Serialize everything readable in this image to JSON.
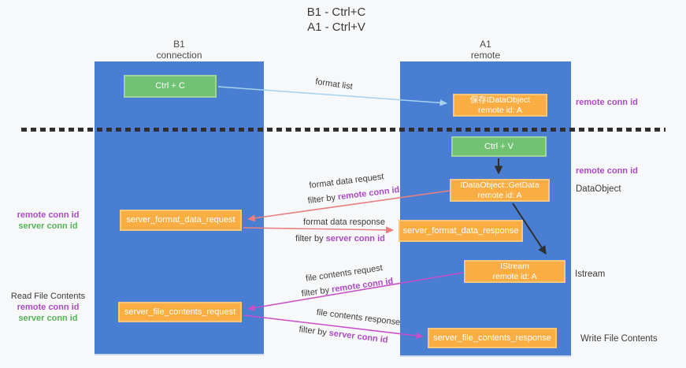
{
  "title": {
    "line1": "B1 - Ctrl+C",
    "line2": "A1 - Ctrl+V"
  },
  "lanes": {
    "left": {
      "name": "B1",
      "role": "connection"
    },
    "right": {
      "name": "A1",
      "role": "remote"
    }
  },
  "nodes": {
    "ctrl_c": {
      "label": "Ctrl + C"
    },
    "save_idataobject": {
      "line1": "保存IDataObject",
      "line2": "remote id: A"
    },
    "ctrl_v": {
      "label": "Ctrl + V"
    },
    "getdata": {
      "line1": "IDataObject::GetData",
      "line2": "remote id: A"
    },
    "format_request": {
      "label": "server_format_data_request"
    },
    "format_response": {
      "label": "server_format_data_response"
    },
    "istream": {
      "line1": "IStream",
      "line2": "remote id: A"
    },
    "file_request": {
      "label": "server_file_contents_request"
    },
    "file_response": {
      "label": "server_file_contents_response"
    }
  },
  "flow_labels": {
    "format_list": "format list",
    "format_data_request": {
      "title": "format data request",
      "filter_prefix": "filter by ",
      "filter_key": "remote conn id"
    },
    "format_data_response": {
      "title": "format data response",
      "filter_prefix": "filter by ",
      "filter_key": "server conn id"
    },
    "file_contents_request": {
      "title": "file contents request",
      "filter_prefix": "filter by ",
      "filter_key": "remote conn id"
    },
    "file_contents_response": {
      "title": "file contents response",
      "filter_prefix": "filter by ",
      "filter_key": "server conn id"
    }
  },
  "side_labels": {
    "right_top_remote_conn_id": "remote conn id",
    "right_mid_remote_conn_id": "remote conn id",
    "right_dataobject": "DataObject",
    "right_istream": "Istream",
    "right_write_file_contents": "Write File Contents",
    "left_top": {
      "remote": "remote conn id",
      "server": "server conn id"
    },
    "left_bottom": {
      "title": "Read File Contents",
      "remote": "remote conn id",
      "server": "server conn id"
    }
  },
  "colors": {
    "lane_blue": "#4a7ed2",
    "node_green": "#72c274",
    "node_orange": "#f9ad42",
    "arrow_black": "#2f2f2f",
    "arrow_salmon": "#e97f7f",
    "arrow_magenta": "#c94fc9",
    "arrow_lightblue": "#a5d2ee",
    "text_purple": "#ab4ac4",
    "text_green": "#57b357",
    "text_dark": "#3b3b3b"
  }
}
